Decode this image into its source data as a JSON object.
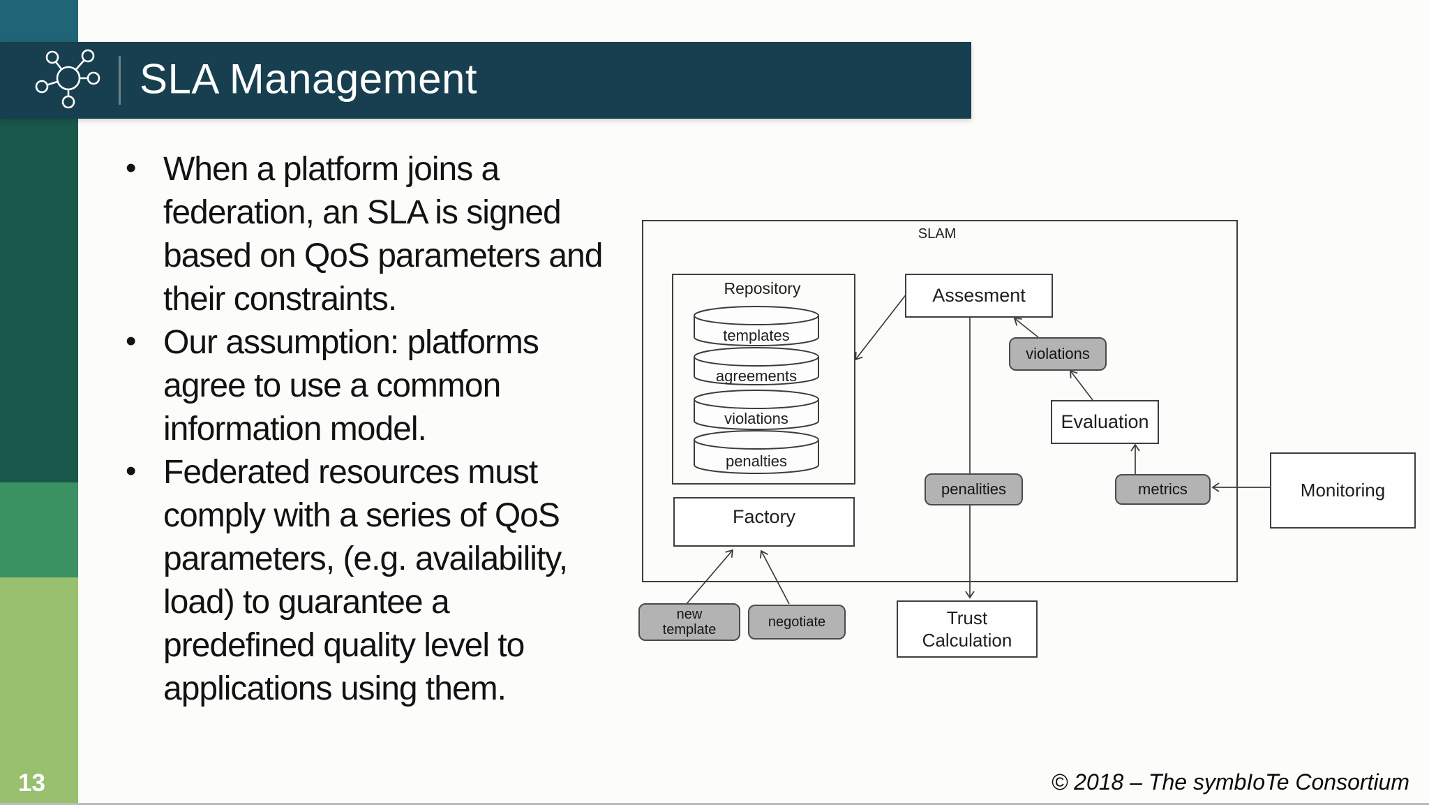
{
  "slide": {
    "title": "SLA Management",
    "page_number": "13",
    "copyright": "© 2018 – The symbIoTe Consortium"
  },
  "bullets": [
    "When a platform joins a\nfederation, an SLA is signed\nbased on QoS parameters and\ntheir constraints.",
    "Our assumption: platforms\nagree to use a common\ninformation model.",
    "Federated resources must\ncomply with a series of QoS\nparameters, (e.g. availability,\nload) to guarantee a\npredefined quality level to\napplications using them."
  ],
  "diagram": {
    "title": "SLAM",
    "repository": {
      "label": "Repository",
      "stores": [
        "templates",
        "agreements",
        "violations",
        "penalties"
      ]
    },
    "nodes": {
      "assesment": "Assesment",
      "evaluation": "Evaluation",
      "factory": "Factory",
      "monitoring": "Monitoring",
      "trust_calculation": "Trust\nCalculation"
    },
    "tags": {
      "violations": "violations",
      "penalities": "penalities",
      "metrics": "metrics",
      "new_template": "new\ntemplate",
      "negotiate": "negotiate"
    }
  },
  "icons": {
    "header": "network-hub"
  },
  "colors": {
    "header_bar": "#173f4f",
    "sidebar_teal": "#206478",
    "sidebar_dark_green": "#1a574b",
    "sidebar_mid_green": "#3a9161",
    "sidebar_light_green": "#98c06e",
    "diagram_stroke": "#3e3e3e",
    "tag_fill": "#b3b3b3",
    "title_text": "#ffffff",
    "body_text": "#121212"
  }
}
